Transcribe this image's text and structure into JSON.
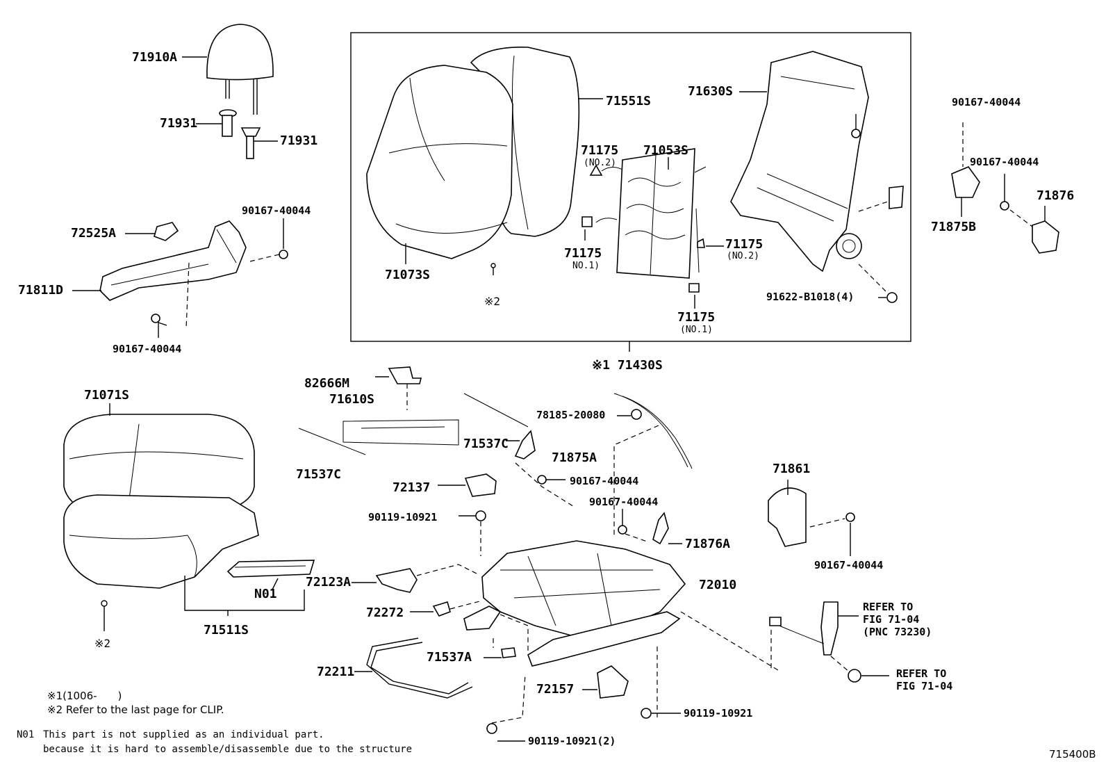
{
  "diagram": {
    "figure_code": "715400B",
    "group_label_prefix": "※1",
    "group_label": "71430S",
    "labels": {
      "p71910A": "71910A",
      "p71931a": "71931",
      "p71931b": "71931",
      "p72525A": "72525A",
      "p90167_tl": "90167-40044",
      "p71811D": "71811D",
      "p90167_bl": "90167-40044",
      "p71071S": "71071S",
      "pN01": "N01",
      "p71511S": "71511S",
      "star2_left": "※2",
      "p71551S": "71551S",
      "p71073S": "71073S",
      "star2_mid": "※2",
      "p71175_a": "71175",
      "p71175_a_sub": "(NO.2)",
      "p71053S": "71053S",
      "p71175_b": "71175",
      "p71175_b_sub": "NO.1)",
      "p71175_c": "71175",
      "p71175_c_sub": "(NO.2)",
      "p71175_d": "71175",
      "p71175_d_sub": "(NO.1)",
      "p71630S": "71630S",
      "p91622": "91622-B1018(4)",
      "p90167_r1": "90167-40044",
      "p90167_r2": "90167-40044",
      "p71875B": "71875B",
      "p71876": "71876",
      "p82666M": "82666M",
      "p71610S": "71610S",
      "p71537C_a": "71537C",
      "p71537C_b": "71537C",
      "p78185": "78185-20080",
      "p71875A": "71875A",
      "p90167_m1": "90167-40044",
      "p72137": "72137",
      "p90119_a": "90119-10921",
      "p90167_m2": "90167-40044",
      "p71876A": "71876A",
      "p72010": "72010",
      "p72123A": "72123A",
      "p72272": "72272",
      "p71537A": "71537A",
      "p72211": "72211",
      "p72157": "72157",
      "p90119_b": "90119-10921",
      "p90119_c": "90119-10921(2)",
      "p71861": "71861",
      "p90167_r3": "90167-40044",
      "refer1_l1": "REFER TO",
      "refer1_l2": "FIG 71-04",
      "refer1_l3": "(PNC 73230)",
      "refer2_l1": "REFER TO",
      "refer2_l2": "FIG 71-04"
    },
    "notes": {
      "note1": "※1(1006-　　)",
      "note2": "※2 Refer to the last page for CLIP.",
      "n01_key": "N01",
      "n01_line1": "This part is not supplied as an individual part.",
      "n01_line2": "because it is hard to assemble/disassemble due to the structure"
    }
  }
}
